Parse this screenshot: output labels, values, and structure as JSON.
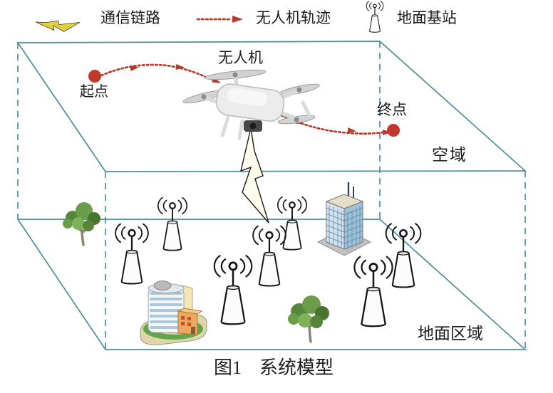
{
  "legend": {
    "items": [
      {
        "id": "comm-link",
        "label": "通信链路"
      },
      {
        "id": "uav-trajectory",
        "label": "无人机轨迹"
      },
      {
        "id": "ground-base-station",
        "label": "地面基站"
      }
    ]
  },
  "labels": {
    "uav": "无人机",
    "start_point": "起点",
    "end_point": "终点",
    "airspace": "空域",
    "ground_area": "地面区域"
  },
  "caption": {
    "figure_no": "图1",
    "title": "系统模型"
  },
  "scene": {
    "base_station_count": 7,
    "tree_count": 2,
    "building_count": 2,
    "uav_count": 1
  },
  "colors": {
    "box_line": "#4f8d99",
    "trajectory_red": "#b43a2c",
    "dot_red": "#c0392b",
    "lightning_yellow": "#e6cf3c",
    "text": "#1c1c1c"
  }
}
